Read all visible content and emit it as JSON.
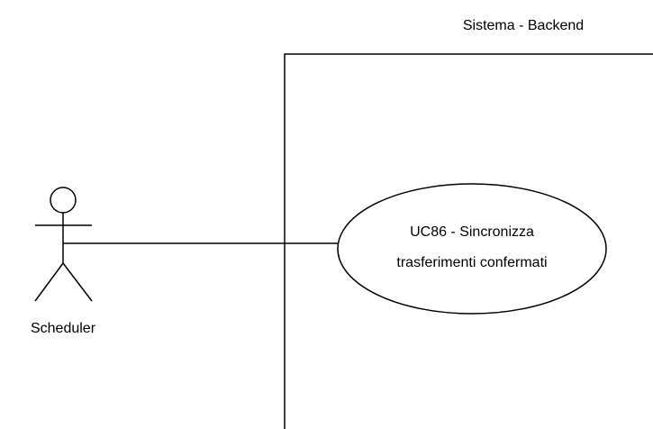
{
  "diagram": {
    "system_label": "Sistema - Backend",
    "actor": {
      "label": "Scheduler"
    },
    "use_case": {
      "line1": "UC86 - Sincronizza",
      "line2": "trasferimenti confermati"
    }
  },
  "colors": {
    "stroke": "#000000",
    "background": "#ffffff",
    "text": "#000000"
  }
}
